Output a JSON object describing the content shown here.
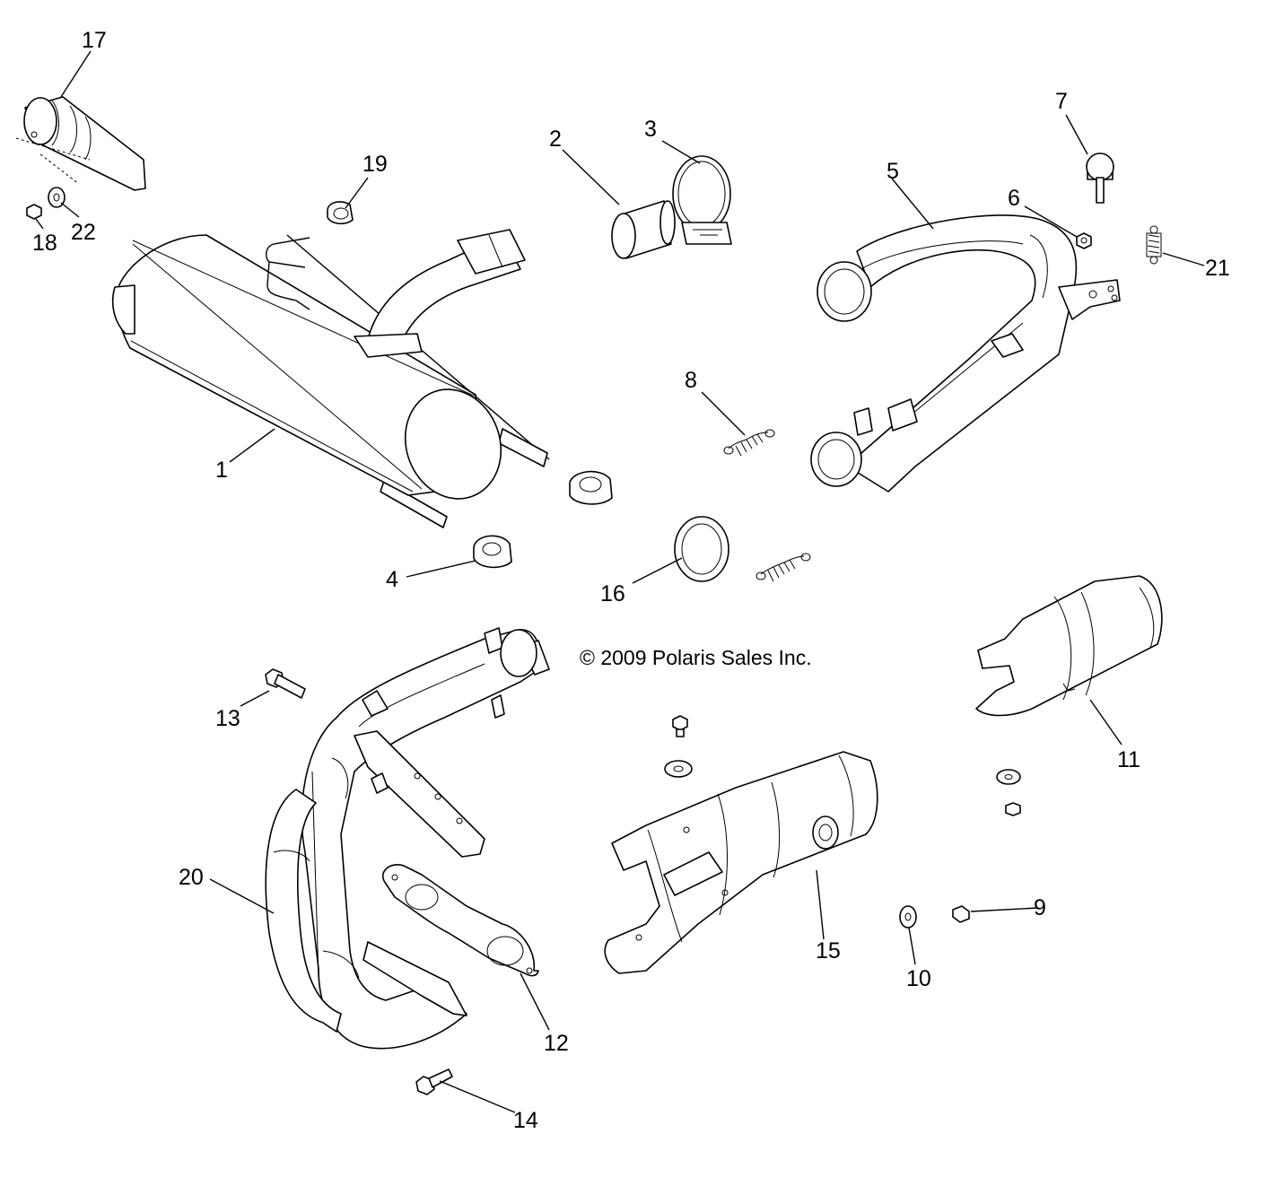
{
  "copyright": "© 2009 Polaris Sales Inc.",
  "callouts": {
    "c1": "1",
    "c2": "2",
    "c3": "3",
    "c4": "4",
    "c5": "5",
    "c6": "6",
    "c7": "7",
    "c8": "8",
    "c9": "9",
    "c10": "10",
    "c11": "11",
    "c12": "12",
    "c13": "13",
    "c14": "14",
    "c15": "15",
    "c16": "16",
    "c17": "17",
    "c18": "18",
    "c19": "19",
    "c20": "20",
    "c21": "21",
    "c22": "22"
  }
}
